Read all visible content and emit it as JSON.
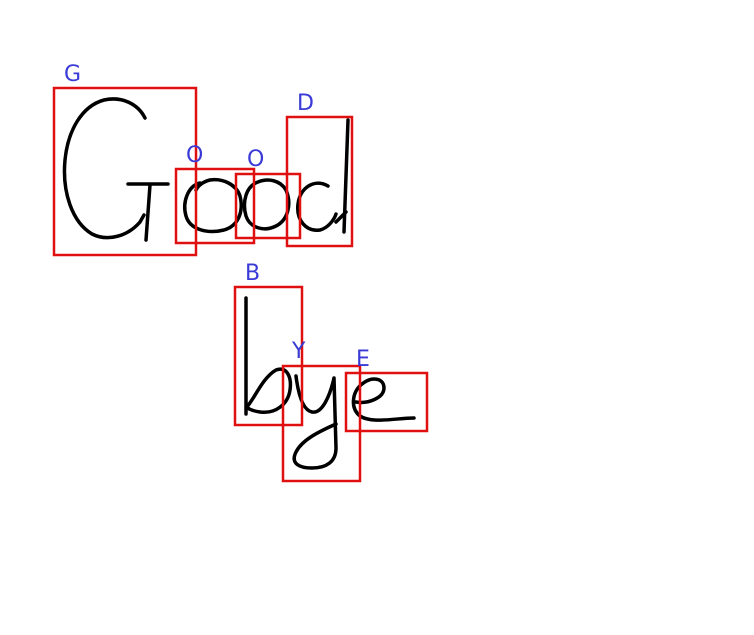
{
  "colors": {
    "box": "#e01010",
    "label": "#3a3ad6",
    "ink": "#000000"
  },
  "annotations": [
    {
      "label": "G"
    },
    {
      "label": "O"
    },
    {
      "label": "O"
    },
    {
      "label": "D"
    },
    {
      "label": "B"
    },
    {
      "label": "Y"
    },
    {
      "label": "E"
    }
  ]
}
